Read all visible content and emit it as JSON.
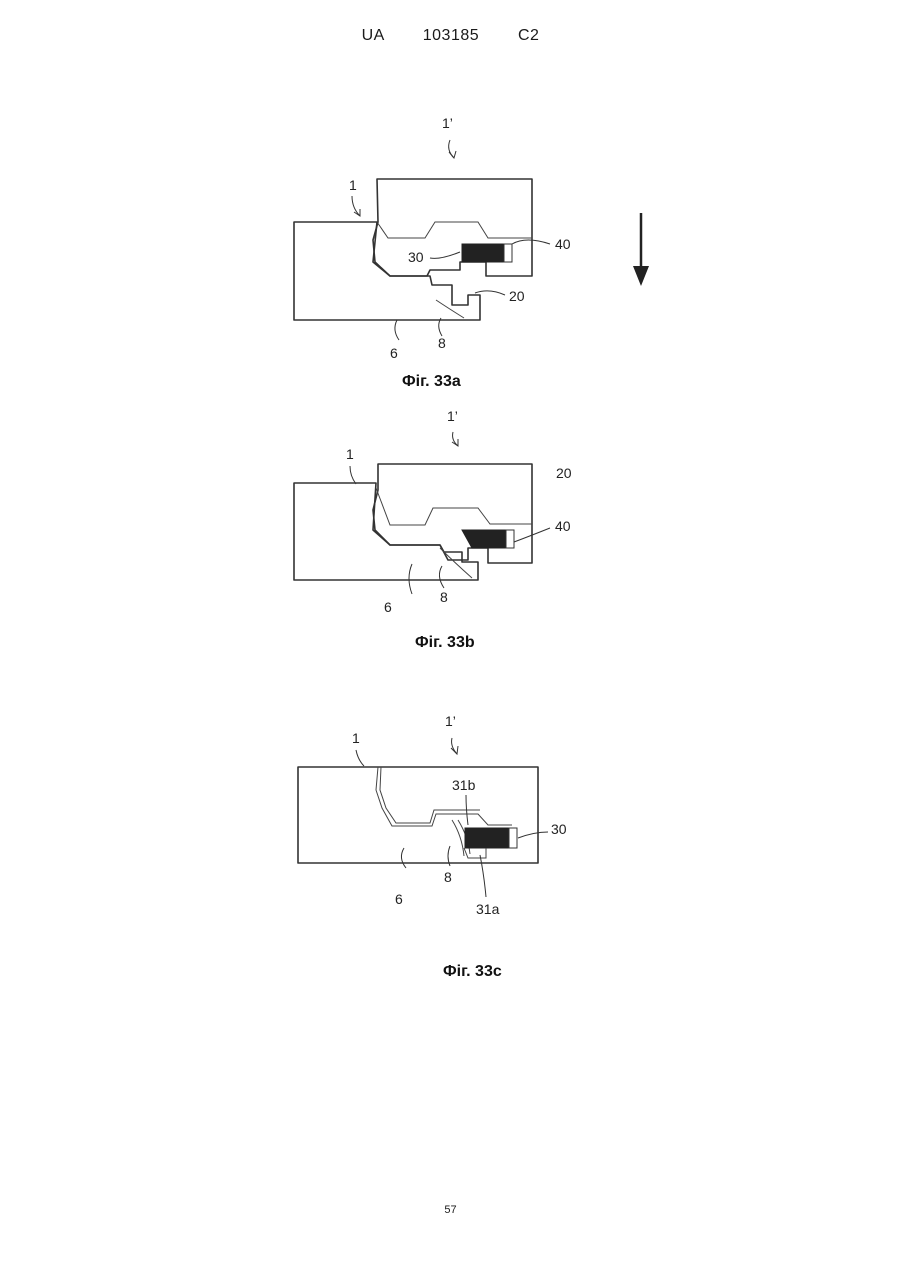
{
  "header": {
    "text": "UA   103185   C2"
  },
  "figures": [
    {
      "caption": "Фіг. 33a",
      "labels": {
        "panel_new": "1’",
        "panel": "1",
        "spring": "30",
        "locking_element": "40",
        "groove": "20",
        "body": "6",
        "tongue": "8"
      },
      "arrow": "down-arrow-icon"
    },
    {
      "caption": "Фіг. 33b",
      "labels": {
        "panel_new": "1’",
        "panel": "1",
        "groove": "20",
        "locking_element": "40",
        "body": "6",
        "tongue": "8"
      }
    },
    {
      "caption": "Фіг. 33c",
      "labels": {
        "panel_new": "1’",
        "panel": "1",
        "part_b": "31b",
        "spring": "30",
        "body": "6",
        "tongue": "8",
        "part_a": "31a"
      }
    }
  ],
  "footer": {
    "page_number": "57"
  }
}
